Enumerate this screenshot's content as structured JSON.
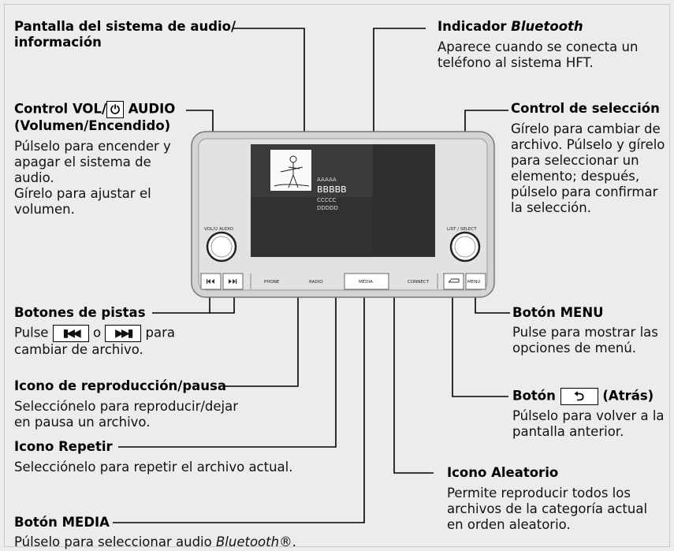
{
  "callouts": {
    "display": {
      "title_line1": "Pantalla del sistema de audio/",
      "title_line2": "información"
    },
    "bluetooth": {
      "title_prefix": "Indicador ",
      "title_italic": "Bluetooth",
      "desc_line1": "Aparece cuando se conecta un",
      "desc_line2": "teléfono al sistema HFT."
    },
    "vol": {
      "title_a": "Control VOL/",
      "title_b": " AUDIO",
      "title_line2": "(Volumen/Encendido)",
      "desc1": "Púlselo para encender y",
      "desc2": "apagar el sistema de",
      "desc3": "audio.",
      "desc4": "Gírelo para ajustar el",
      "desc5": "volumen."
    },
    "select": {
      "title": "Control de selección",
      "desc1": "Gírelo para cambiar de",
      "desc2": "archivo. Púlselo y gírelo",
      "desc3": "para seleccionar un",
      "desc4": "elemento; después,",
      "desc5": "púlselo para confirmar",
      "desc6": "la selección."
    },
    "tracks": {
      "title": "Botones de pistas",
      "desc_a": "Pulse ",
      "desc_o": " o ",
      "desc_b": " para",
      "desc2": "cambiar de archivo."
    },
    "menu": {
      "title": "Botón MENU",
      "desc1": "Pulse para mostrar las",
      "desc2": "opciones de menú."
    },
    "playpause": {
      "title": "Icono de reproducción/pausa",
      "desc1": "Selecciónelo para reproducir/dejar",
      "desc2": "en pausa un archivo."
    },
    "back": {
      "title_a": "Botón ",
      "title_b": " (Atrás)",
      "desc1": "Púlselo para volver a la",
      "desc2": "pantalla anterior."
    },
    "repeat": {
      "title": "Icono Repetir",
      "desc1": "Selecciónelo para repetir el archivo actual."
    },
    "shuffle": {
      "title": "Icono Aleatorio",
      "desc1": "Permite reproducir todos los",
      "desc2": "archivos de la categoría actual",
      "desc3": "en orden aleatorio."
    },
    "media": {
      "title": "Botón MEDIA",
      "desc_a": "Púlselo para seleccionar audio ",
      "desc_italic": "Bluetooth",
      "desc_b": "®."
    }
  },
  "device": {
    "vol_label": "VOL/⏻ AUDIO",
    "list_label": "LIST / SELECT",
    "phone_label": "PHONE",
    "radio_label": "RADIO",
    "media_label": "MEDIA",
    "connect_label": "CONNECT",
    "menu_label": "MENU",
    "screen": {
      "line1": "AAAAA",
      "line2": "BBBBB",
      "line3": "CCCCC",
      "line4": "DDDDD"
    }
  }
}
